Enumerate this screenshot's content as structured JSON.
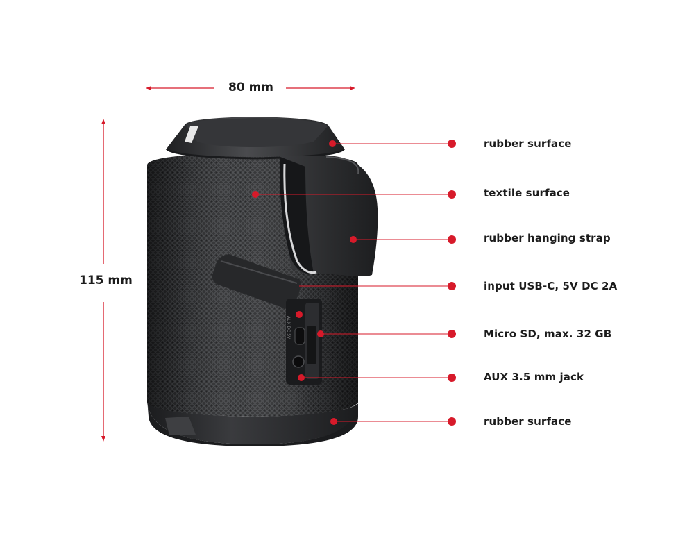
{
  "dimensions": {
    "width_label": "80 mm",
    "height_label": "115 mm"
  },
  "callouts": [
    {
      "id": "rubber-surface-top",
      "label": "rubber surface"
    },
    {
      "id": "textile-surface",
      "label": "textile surface"
    },
    {
      "id": "rubber-hanging-strap",
      "label": "rubber hanging strap"
    },
    {
      "id": "input-usb-c",
      "label": "input USB-C, 5V DC 2A"
    },
    {
      "id": "micro-sd",
      "label": "Micro SD, max. 32 GB"
    },
    {
      "id": "aux-jack",
      "label": "AUX 3.5 mm jack"
    },
    {
      "id": "rubber-surface-bottom",
      "label": "rubber surface"
    }
  ],
  "port_panel_text": "AUX  DC 5V",
  "colors": {
    "accent": "#d71a2a",
    "body": "#2b2c2e",
    "rubber": "#2e2f31",
    "label_text": "#1c1c1c"
  }
}
